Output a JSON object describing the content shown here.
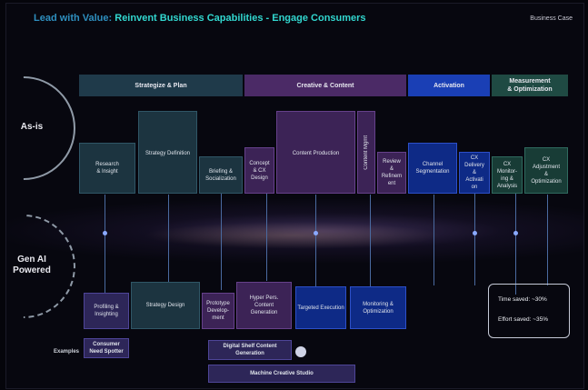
{
  "header": {
    "title_plain": "Lead with Value: ",
    "title_accent": "Reinvent Business Capabilities - Engage Consumers",
    "business_case": "Business Case"
  },
  "row_labels": {
    "as_is": "As-is",
    "gen_ai": "Gen AI\nPowered"
  },
  "phases": [
    {
      "label": "Strategize & Plan",
      "color": "#1f3a4a"
    },
    {
      "label": "Creative & Content",
      "color": "#4b2a66"
    },
    {
      "label": "Activation",
      "color": "#1a3fb5"
    },
    {
      "label": "Measurement\n& Optimization",
      "color": "#1f4a43"
    }
  ],
  "as_is_steps": [
    "Research\n& Insight",
    "Strategy Definition",
    "Briefing &\nSocialization",
    "Concept\n& CX\nDesign",
    "Content Production",
    "Content Mgmt",
    "Review\n&\nRefinem\nent",
    "Channel\nSegmentation",
    "CX\nDelivery\n&\nActivati\non",
    "CX\nMonitor-\ning &\nAnalysis",
    "CX\nAdjustment\n&\nOptimization"
  ],
  "gen_ai_steps": [
    "Profiling &\nInsighting",
    "Strategy Design",
    "Prototype\nDevelop-\nment",
    "Hyper Pers.\nContent\nGeneration",
    "Targeted\nExecution",
    "Monitoring &\nOptimization"
  ],
  "stats": {
    "time_saved": "Time saved: ~30%",
    "effort_saved": "Effort saved: ~35%"
  },
  "examples": {
    "label": "Examples",
    "consumer_need_spotter": "Consumer\nNeed Spotter",
    "digital_shelf": "Digital Shelf Content\nGeneration",
    "machine_creative": "Machine Creative Studio"
  }
}
